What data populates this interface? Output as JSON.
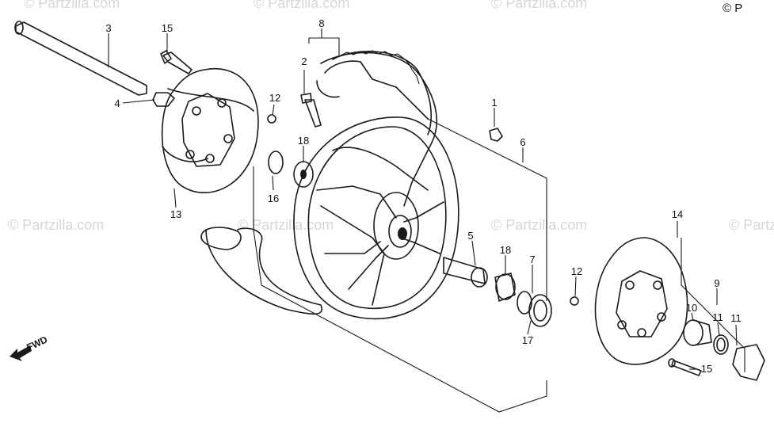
{
  "copyright": "© P",
  "watermark": "© Partzilla.com",
  "fwd_label": "FWD",
  "callouts": {
    "n1": "1",
    "n2": "2",
    "n3": "3",
    "n4": "4",
    "n5": "5",
    "n6": "6",
    "n7": "7",
    "n8": "8",
    "n9": "9",
    "n10": "10",
    "n11a": "11",
    "n11b": "11",
    "n12a": "12",
    "n12b": "12",
    "n13": "13",
    "n14": "14",
    "n15a": "15",
    "n15b": "15",
    "n16": "16",
    "n17": "17",
    "n18a": "18",
    "n18b": "18"
  }
}
